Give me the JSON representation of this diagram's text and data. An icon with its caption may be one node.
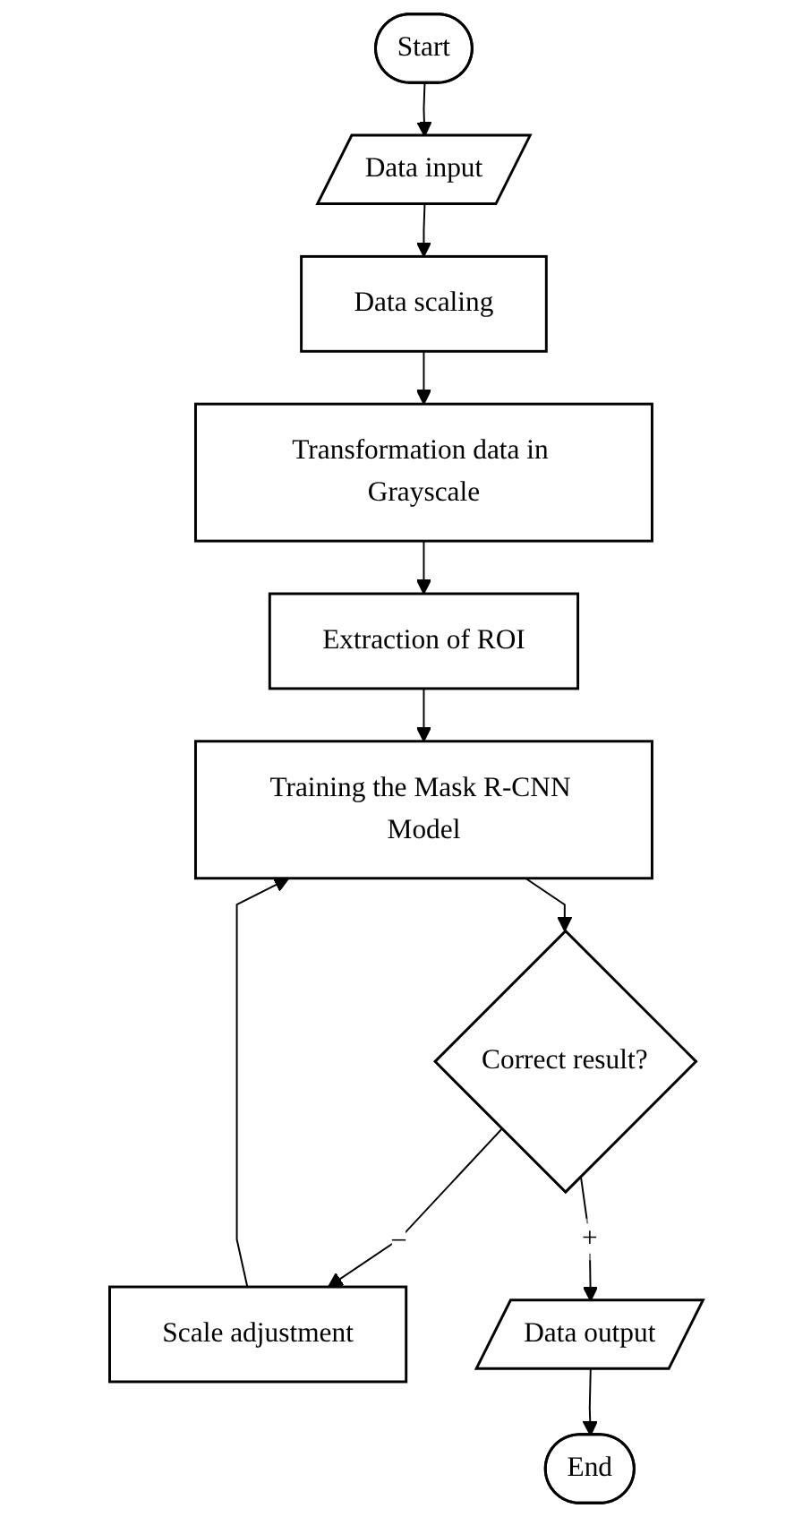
{
  "diagram": {
    "nodes": [
      {
        "text": [
          "Start"
        ]
      },
      {
        "text": [
          "Data input"
        ]
      },
      {
        "text": [
          "Data scaling"
        ]
      },
      {
        "text": [
          "Transformation data in Grayscale"
        ]
      },
      {
        "text": [
          "Extraction of ROI"
        ]
      },
      {
        "text": [
          "Training the Mask R-CNN Model"
        ]
      },
      {
        "text": [
          "Correct result?"
        ]
      },
      {
        "text": [
          "Scale adjustment"
        ]
      },
      {
        "text": [
          "Data output"
        ]
      },
      {
        "text": [
          "End"
        ]
      }
    ],
    "edges": [
      {
        "from": 0,
        "to": 1,
        "arrow": "to"
      },
      {
        "from": 1,
        "to": 2,
        "arrow": "to"
      },
      {
        "from": 2,
        "to": 3,
        "arrow": "to"
      },
      {
        "from": 3,
        "to": 4,
        "arrow": "to"
      },
      {
        "from": 4,
        "to": 5,
        "arrow": "to"
      },
      {
        "from": 5,
        "to": 6,
        "arrow": "to"
      },
      {
        "from": 6,
        "to": 7,
        "label": "–",
        "arrow": "to"
      },
      {
        "from": 7,
        "to": 5,
        "arrow": "to"
      },
      {
        "from": 6,
        "to": 8,
        "label": "+",
        "arrow": "to"
      },
      {
        "from": 8,
        "to": 9,
        "arrow": "to"
      }
    ]
  }
}
